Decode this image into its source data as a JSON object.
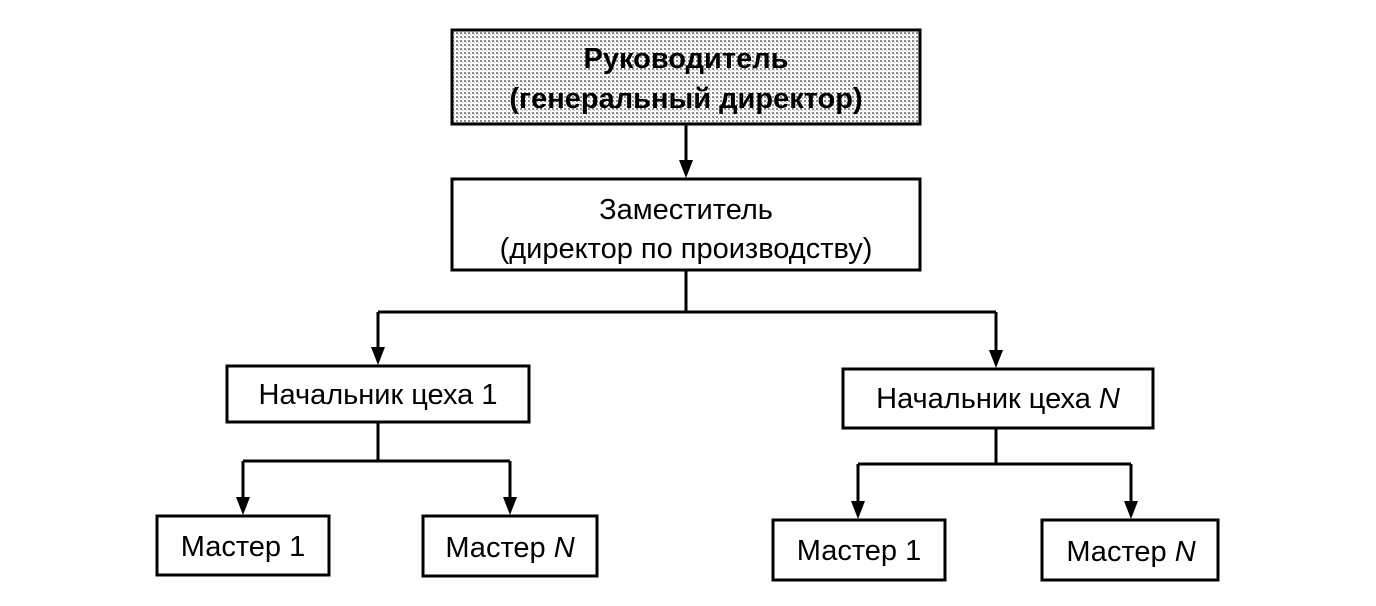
{
  "colors": {
    "line": "#000000",
    "box_fill": "#ffffff",
    "head_shading": "#9a9a9a"
  },
  "nodes": {
    "head": {
      "line1": "Руководитель",
      "line2": "(генеральный директор)"
    },
    "deputy": {
      "line1": "Заместитель",
      "line2": "(директор по производству)"
    },
    "shop_head_1": {
      "label": "Начальник цеха 1"
    },
    "shop_head_n": {
      "label": "Начальник цеха ",
      "suffix": "N"
    },
    "master_1_left": {
      "label": "Мастер 1"
    },
    "master_n_left": {
      "label": "Мастер ",
      "suffix": "N"
    },
    "master_1_right": {
      "label": "Мастер 1"
    },
    "master_n_right": {
      "label": "Мастер ",
      "suffix": "N"
    }
  }
}
